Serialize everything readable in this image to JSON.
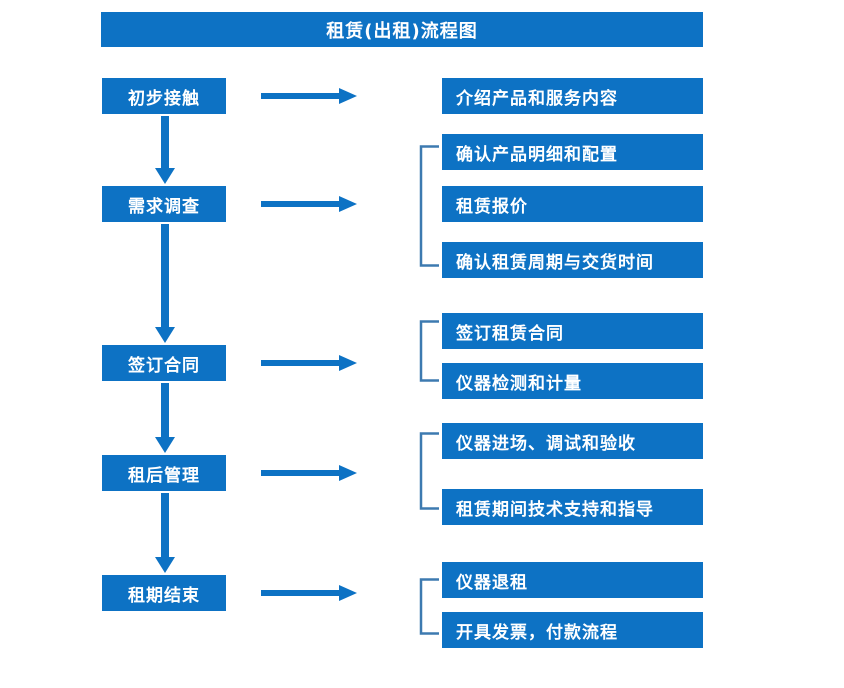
{
  "title": "租赁(出租)流程图",
  "colors": {
    "box_fill": "#0d72c4",
    "box_text": "#ffffff",
    "arrow": "#0d72c4",
    "bracket": "#3d7ab0",
    "background": "#ffffff"
  },
  "stages": [
    {
      "label": "初步接触"
    },
    {
      "label": "需求调查"
    },
    {
      "label": "签订合同"
    },
    {
      "label": "租后管理"
    },
    {
      "label": "租期结束"
    }
  ],
  "detail_groups": [
    {
      "stage": "初步接触",
      "has_bracket": false,
      "items": [
        {
          "label": "介绍产品和服务内容"
        }
      ]
    },
    {
      "stage": "需求调查",
      "has_bracket": true,
      "items": [
        {
          "label": "确认产品明细和配置"
        },
        {
          "label": "租赁报价"
        },
        {
          "label": "确认租赁周期与交货时间"
        }
      ]
    },
    {
      "stage": "签订合同",
      "has_bracket": true,
      "items": [
        {
          "label": "签订租赁合同"
        },
        {
          "label": "仪器检测和计量"
        }
      ]
    },
    {
      "stage": "租后管理",
      "has_bracket": true,
      "items": [
        {
          "label": "仪器进场、调试和验收"
        },
        {
          "label": "租赁期间技术支持和指导"
        }
      ]
    },
    {
      "stage": "租期结束",
      "has_bracket": true,
      "items": [
        {
          "label": "仪器退租"
        },
        {
          "label": "开具发票，付款流程"
        }
      ]
    }
  ],
  "connectors": {
    "horizontal_arrow_count": 5,
    "vertical_arrow_count": 4
  }
}
